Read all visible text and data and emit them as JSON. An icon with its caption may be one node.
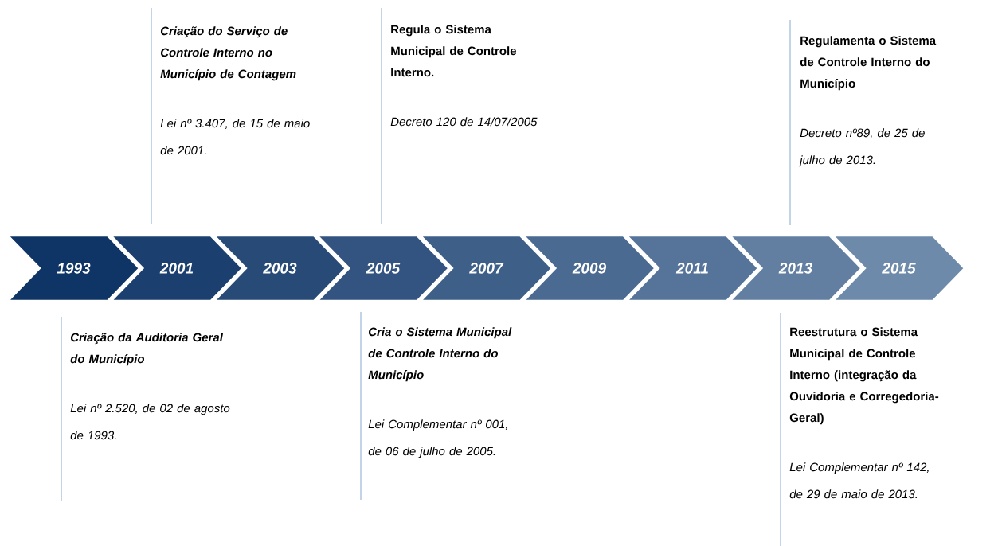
{
  "diagram": {
    "nodes": [
      {
        "text": [
          "1993"
        ]
      },
      {
        "text": [
          "2001"
        ]
      },
      {
        "text": [
          "2003"
        ]
      },
      {
        "text": [
          "2005"
        ]
      },
      {
        "text": [
          "2007"
        ]
      },
      {
        "text": [
          "2009"
        ]
      },
      {
        "text": [
          "2011"
        ]
      },
      {
        "text": [
          "2013"
        ]
      },
      {
        "text": [
          "2015"
        ]
      },
      {
        "text": [
          "Criação do Serviço de Controle Interno no Município de Contagem",
          "Lei nº 3.407, de 15 de maio de 2001."
        ]
      },
      {
        "text": [
          "Regula o Sistema Municipal de Controle Interno.",
          "Decreto 120 de 14/07/2005"
        ]
      },
      {
        "text": [
          "Regulamenta o Sistema de Controle Interno do Município",
          "Decreto nº89, de 25 de julho de 2013."
        ]
      },
      {
        "text": [
          "Criação da Auditoria Geral do Município",
          "Lei nº 2.520, de 02 de agosto de 1993."
        ]
      },
      {
        "text": [
          "Cria o Sistema Municipal de Controle Interno do Município",
          "Lei Complementar nº 001, de 06 de julho de 2005."
        ]
      },
      {
        "text": [
          "Reestrutura o Sistema Municipal de Controle Interno (integração da Ouvidoria e Corregedoria-Geral)",
          "Lei Complementar nº 142, de 29 de maio de 2013."
        ]
      }
    ]
  }
}
